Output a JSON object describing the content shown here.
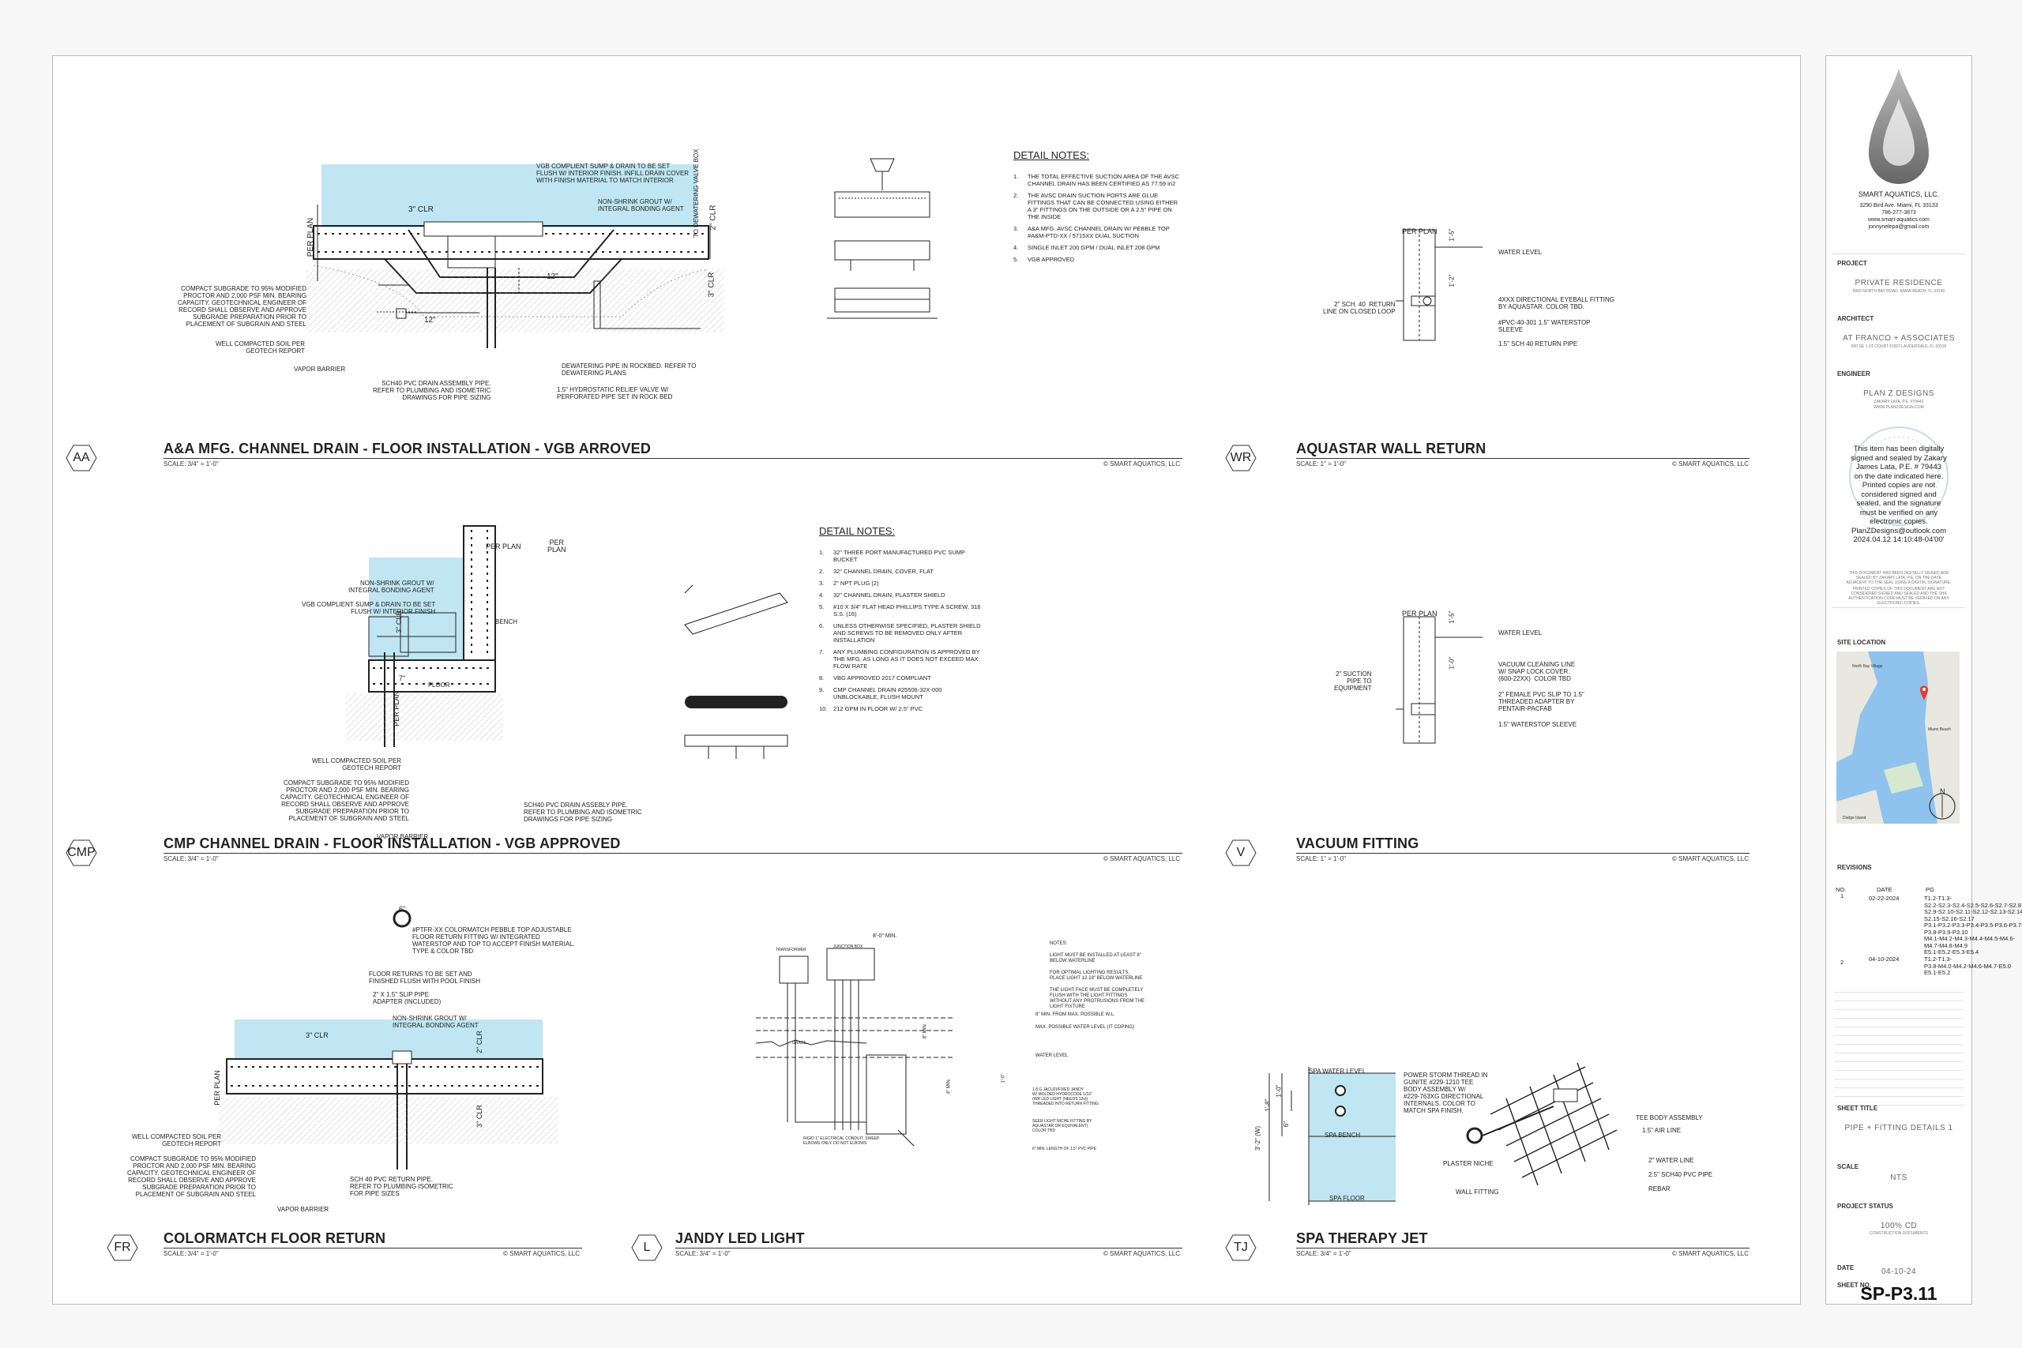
{
  "sheet": {
    "details": [
      {
        "id": "AA",
        "title": "A&A MFG. CHANNEL DRAIN - FLOOR INSTALLATION - VGB ARROVED",
        "scale": "SCALE: 3/4\" = 1'-0\"",
        "copyright": "© SMART AQUATICS, LLC"
      },
      {
        "id": "WR",
        "title": "AQUASTAR WALL RETURN",
        "scale": "SCALE: 1\" = 1'-0\"",
        "copyright": "© SMART AQUATICS, LLC"
      },
      {
        "id": "CMP",
        "title": "CMP CHANNEL DRAIN - FLOOR INSTALLATION - VGB APPROVED",
        "scale": "SCALE: 3/4\" = 1'-0\"",
        "copyright": "© SMART AQUATICS, LLC"
      },
      {
        "id": "V",
        "title": "VACUUM FITTING",
        "scale": "SCALE: 1\" = 1'-0\"",
        "copyright": "© SMART AQUATICS, LLC"
      },
      {
        "id": "FR",
        "title": "COLORMATCH FLOOR RETURN",
        "scale": "SCALE: 3/4\" = 1'-0\"",
        "copyright": "© SMART AQUATICS, LLC"
      },
      {
        "id": "L",
        "title": "JANDY LED LIGHT",
        "scale": "SCALE: 3/4\" = 1'-0\"",
        "copyright": "© SMART AQUATICS, LLC"
      },
      {
        "id": "TJ",
        "title": "SPA THERAPY JET",
        "scale": "SCALE: 3/4\" = 1'-0\"",
        "copyright": "© SMART AQUATICS, LLC"
      }
    ],
    "notes_aa": {
      "heading": "DETAIL NOTES:",
      "items": [
        "THE TOTAL EFFECTIVE SUCTION AREA OF THE AVSC CHANNEL DRAIN HAS BEEN CERTIFIED AS 77.59 in2",
        "THE AVSC DRAIN SUCTION PORTS ARE GLUE FITTINGS THAT CAN BE CONNECTED USING EITHER A 3\" FITTINGS ON THE OUTSIDE OR A 2.5\" PIPE ON THE INSIDE",
        "A&A MFG. AVSC CHANNEL DRAIN W/ PEBBLE TOP #A&M-PTD-XX / 5715XX DUAL SUCTION",
        "SINGLE INLET 200 GPM / DUAL INLET 208 GPM",
        "VGB APPROVED"
      ]
    },
    "notes_cmp": {
      "heading": "DETAIL NOTES:",
      "items": [
        "32\" THREE PORT MANUFACTURED PVC SUMP BUCKET",
        "32\" CHANNEL DRAIN, COVER, FLAT",
        "2\" NPT PLUG (2)",
        "32\" CHANNEL DRAIN, PLASTER SHIELD",
        "#10 X 3/4\" FLAT HEAD PHILLIPS TYPE A SCREW, 316 S.S. (16)",
        "UNLESS OTHERWISE SPECIFIED, PLASTER SHIELD AND SCREWS TO BE REMOVED ONLY AFTER INSTALLATION",
        "ANY PLUMBING CONFIGURATION IS APPROVED BY THE MFG. AS LONG AS IT DOES NOT EXCEED MAX. FLOW RATE",
        "VBG APPROVED 2017 COMPLIANT",
        "CMP CHANNEL DRAIN #25506-32X-000 UNBLOCKABLE, FLUSH MOUNT",
        "212 GPM IN FLOOR W/ 2.5\" PVC"
      ]
    },
    "labels_aa": {
      "sump": "VGB COMPLIENT SUMP & DRAIN TO BE SET\nFLUSH W/ INTERIOR FINISH. INFILL DRAIN COVER\nWITH FINISH MATERIAL TO MATCH INTERIOR",
      "grout": "NON-SHRINK GROUT W/\nINTEGRAL BONDING AGENT",
      "clr3": "3\" CLR",
      "clr2": "2\" CLR",
      "clr3b": "3\" CLR",
      "perplan": "PER PLAN",
      "dim12a": "12\"",
      "dim12b": "12\"",
      "valvebox": "TO DEWATERING VALVE BOX",
      "subgrade": "COMPACT SUBGRADE TO 95% MODIFIED\nPROCTOR AND 2,000 PSF MIN. BEARING\nCAPACITY. GEOTECHNICAL ENGINEER OF\nRECORD SHALL OBSERVE AND APPROVE\nSUBGRADE PREPARATION PRIOR TO\nPLACEMENT OF SUBGRAIN AND STEEL",
      "soil": "WELL COMPACTED SOIL PER\nGEOTECH REPORT",
      "vapor": "VAPOR BARRIER",
      "sch40": "SCH40 PVC DRAIN ASSEMBLY PIPE.\nREFER TO PLUMBING AND ISOMETRIC\nDRAWINGS FOR PIPE SIZING",
      "relief": "1.5\" HYDROSTATIC RELIEF VALVE W/\nPERFORATED PIPE SET IN ROCK BED",
      "dewater": "DEWATERING PIPE IN ROCKBED. REFER TO\nDEWATERING PLANS"
    },
    "labels_wr": {
      "perplan": "PER PLAN",
      "water": "WATER LEVEL",
      "fitting": "4XXX DIRECTIONAL EYEBALL FITTING\nBY AQUASTAR. COLOR TBD.",
      "return": "2\" SCH. 40  RETURN\nLINE ON CLOSED LOOP",
      "sleeve": "#PVC-40-301 1.5\" WATERSTOP\nSLEEVE",
      "pipe": "1.5\" SCH 40 RETURN PIPE",
      "d1": "1'-5\"",
      "d2": "1'-2\""
    },
    "labels_cmp": {
      "perplan1": "PER PLAN",
      "perplan2": "PER\nPLAN",
      "grout": "NON-SHRINK GROUT W/\nINTEGRAL BONDING AGENT",
      "sump": "VGB COMPLIENT SUMP & DRAIN TO BE SET\nFLUSH W/ INTERIOR FINISH",
      "bench": "BENCH",
      "floor": "FLOOR",
      "clr": "3\" CLR",
      "perplan3": "PER PLAN",
      "d7": "7\"",
      "soil": "WELL COMPACTED SOIL PER\nGEOTECH REPORT",
      "subgrade": "COMPACT SUBGRADE TO 95% MODIFIED\nPROCTOR AND 2,000 PSF MIN. BEARING\nCAPACITY. GEOTECHNICAL ENGINEER OF\nRECORD SHALL OBSERVE AND APPROVE\nSUBGRADE PREPARATION PRIOR TO\nPLACEMENT OF SUBGRAIN AND STEEL",
      "vapor": "VAPOR BARRIER",
      "sch40": "SCH40 PVC DRAIN ASSEBLY PIPE.\nREFER TO PLUMBING AND ISOMETRIC\nDRAWINGS FOR PIPE SIZING"
    },
    "labels_v": {
      "perplan": "PER PLAN",
      "water": "WATER LEVEL",
      "suction": "2\" SUCTION\nPIPE TO\nEQUIPMENT",
      "vacuum": "VACUUM CLEANING LINE\nW/ SNAP LOCK COVER.\n(600-22XX)  COLOR TBD",
      "female": "2\" FEMALE PVC SLIP TO 1.5\"\nTHREADED ADAPTER BY\nPENTAIR-PACFAB",
      "sleeve": "1.5\" WATERSTOP SLEEVE",
      "d1": "1'-5\"",
      "d2": "1'-0\""
    },
    "labels_fr": {
      "d6": "6\"",
      "fitting": "#PTFR-XX COLORMATCH PEBBLE TOP ADJUSTABLE\nFLOOR RETURN FITTING W/ INTEGRATED\nWATERSTOP AND TOP TO ACCEPT FINISH MATERIAL.\nTYPE & COLOR TBD",
      "flush": "FLOOR RETURNS TO BE SET AND\nFINISHED FLUSH WITH POOL FINISH",
      "slip": "2\" X 1.5\" SLIP PIPE\nADAPTER (INCLUDED)",
      "grout": "NON-SHRINK GROUT W/\nINTEGRAL BONDING AGENT",
      "clr3": "3\" CLR",
      "clr2": "2\" CLR",
      "clr3b": "3\" CLR",
      "perplan": "PER PLAN",
      "soil": "WELL COMPACTED SOIL PER\nGEOTECH REPORT",
      "subgrade": "COMPACT SUBGRADE TO 95% MODIFIED\nPROCTOR AND 2,000 PSF MIN. BEARING\nCAPACITY. GEOTECHNICAL ENGINEER OF\nRECORD SHALL OBSERVE AND APPROVE\nSUBGRADE PREPARATION PRIOR TO\nPLACEMENT OF SUBGRAIN AND STEEL",
      "vapor": "VAPOR BARRIER",
      "sch40": "SCH 40 PVC RETURN PIPE.\nREFER TO PLUMBING ISOMETRIC\nFOR PIPE SIZES"
    },
    "labels_l": {
      "notes": "NOTES:",
      "n1": "LIGHT MUST BE INSTALLED AT LEAST 8\"\nBELOW WATERLINE",
      "n2": "FOR OPTIMAL LIGHTING RESULTS,\nPLACE LIGHT 12-18\" BELOW WATERLINE",
      "n3": "THE LIGHT FACE MUST BE COMPLETELY\nFLUSH WITH THE LIGHT FITTINGS\nWITHOUT ANY PROTRUSIONS FROM THE\nLIGHT FIXTURE",
      "transformer": "TRANSFORMER",
      "junction": "JUNCTION BOX",
      "d96": "8'-0\" MIN.",
      "d8": "8\" MIN. FROM MAX. POSSIBLE W.L.",
      "maxw": "MAX. POSSIBLE WATER LEVEL (IT COPING)",
      "water": "WATER LEVEL",
      "grade": "GRADE",
      "d8min": "8\" MIN.",
      "d4min": "4\" MIN.",
      "jandy": "1.8.G JACUZI/FIXED JANDY\nW/ MOLDED HYDROCODE 1/16\"\n(WR LED LIGHT (NEEDS 12v))\nTHREADED INTO RETURN FITTING",
      "niche": "SEER LIGHT NICHE FITTING BY\nAQUASTAR OR EQUIVALENT)\nCOLOR TBD",
      "conduit": "RIGID 1\" ELECTRICAL CONDUIT. SWEEP\nELBOWS ONLY. DO NOT ELBOWS",
      "pvc": "6\" MIN. LENGTH OF 1.5\" PVC PIPE",
      "d12": "1'-0\""
    },
    "labels_tj": {
      "spawater": "SPA WATER LEVEL",
      "power": "POWER STORM THREAD IN\nGUNITE #229-1210 TEE\nBODY ASSEMBLY W/\n#229-763XG DIRECTIONAL\nINTERNALS. COLOR TO\nMATCH SPA FINISH.",
      "bench": "SPA BENCH",
      "floor": "SPA FLOOR",
      "height": "3'-2\" (W)",
      "d1": "1'-8\"",
      "d2": "1'-0\"",
      "d3": "6\"",
      "tee": "TEE BODY ASSEMBLY",
      "air": "1.5\" AIR LINE",
      "niche": "PLASTER NICHE",
      "waterline": "2\" WATER LINE",
      "pvc": "2.5\" SCH40 PVC PIPE",
      "wall": "WALL FITTING",
      "rebar": "REBAR"
    }
  },
  "titleblock": {
    "company": "SMART AQUATICS, LLC.",
    "address": "3290 Bird Ave. Miami, FL 33133",
    "phone": "786-277-3873",
    "web": "www.smart-aquatics.com",
    "email": "jonnynelepa@gmail.com",
    "project_h": "PROJECT",
    "project": "PRIVATE RESIDENCE",
    "project_sub": "5000 NORTH BAY ROAD. MIAMI BEACH, FL 33140",
    "architect_h": "ARCHITECT",
    "architect": "AT FRANCO + ASSOCIATES",
    "architect_sub": "500 SE 1 ST COURT FORT LAUDERDALE, FL 33316",
    "engineer_h": "ENGINEER",
    "engineer": "PLAN Z DESIGNS",
    "engineer_sub1": "ZAKARY LATA, P.E. #79443",
    "engineer_sub2": "WWW.PLANZDESIGN.COM",
    "seal": "This item has been digitally\nsigned and sealed by Zakary\nJames Lata, P.E. # 79443\non the date indicated here.\nPrinted copies are not\nconsidered signed and\nsealed, and the signature\nmust be verified on any\nelectronic copies.\nPlanZDesigns@outlook.com\n2024.04.12 14:10:48-04'00'",
    "disclaimer1": "THIS DOCUMENT HAS BEEN DIGITALLY SIGNED AND\nSEALED BY ZAKARY LATA, P.E. ON THE DATE\nADJACENT TO THE SEAL USING A DIGITAL SIGNATURE.",
    "disclaimer2": "PRINTED COPIES OF THIS DOCUMENT ARE NOT\nCONSIDERED SIGNED AND SEALED AND THE SHA\nAUTHENTICATION CODE MUST BE VERIFIED ON ANY\nELECTRONIC COPIES.",
    "site_h": "SITE LOCATION",
    "map_north": "N",
    "map_label1": "North Bay Village",
    "map_label2": "Miami Beach",
    "map_label3": "Dodge Island",
    "revisions_h": "REVISIONS",
    "rev_cols": [
      "NO.",
      "DATE",
      "PG"
    ],
    "revisions": [
      {
        "no": "1",
        "date": "02-22-2024",
        "pg": "T1.2-T1.3-\nS2.2-S2.3-S2.4-S2.5-S2.6-S2.7-S2.8\nS2.9-S2.10-S2.11-S2.12-S2.13-S2.14\nS2.15-S2.16-S2.17\nP3.1-P3.2-P3.3-P3.4-P3.5-P3.6-P3.7-\nP3.8-P3.9-P3.10\nM4.1-M4.2-M4.3-M4.4-M4.5-M4.6-\nM4.7-M4.8-M4.9\nE5.1-E5.2-E5.3-E5.4"
      },
      {
        "no": "2",
        "date": "04-10-2024",
        "pg": "T1.2-T1.3-\nP3.8-M4.0-M4.2-M4.6-M4.7-E5.0\nE5.1-E5.2"
      }
    ],
    "sheet_title_h": "SHEET TITLE",
    "sheet_title": "PIPE + FITTING DETAILS 1",
    "scale_h": "SCALE",
    "scale": "NTS",
    "status_h": "PROJECT STATUS",
    "status": "100% CD",
    "status_sub": "CONSTRUCTION DOCUMENTS",
    "date_h": "DATE",
    "date": "04-10-24",
    "sheetno_h": "SHEET NO.",
    "sheetno": "SP-P3.11"
  },
  "colors": {
    "water": "#bfe6f2",
    "line": "#222222",
    "map_water": "#8fc3ee",
    "map_land": "#e8e8e0"
  }
}
